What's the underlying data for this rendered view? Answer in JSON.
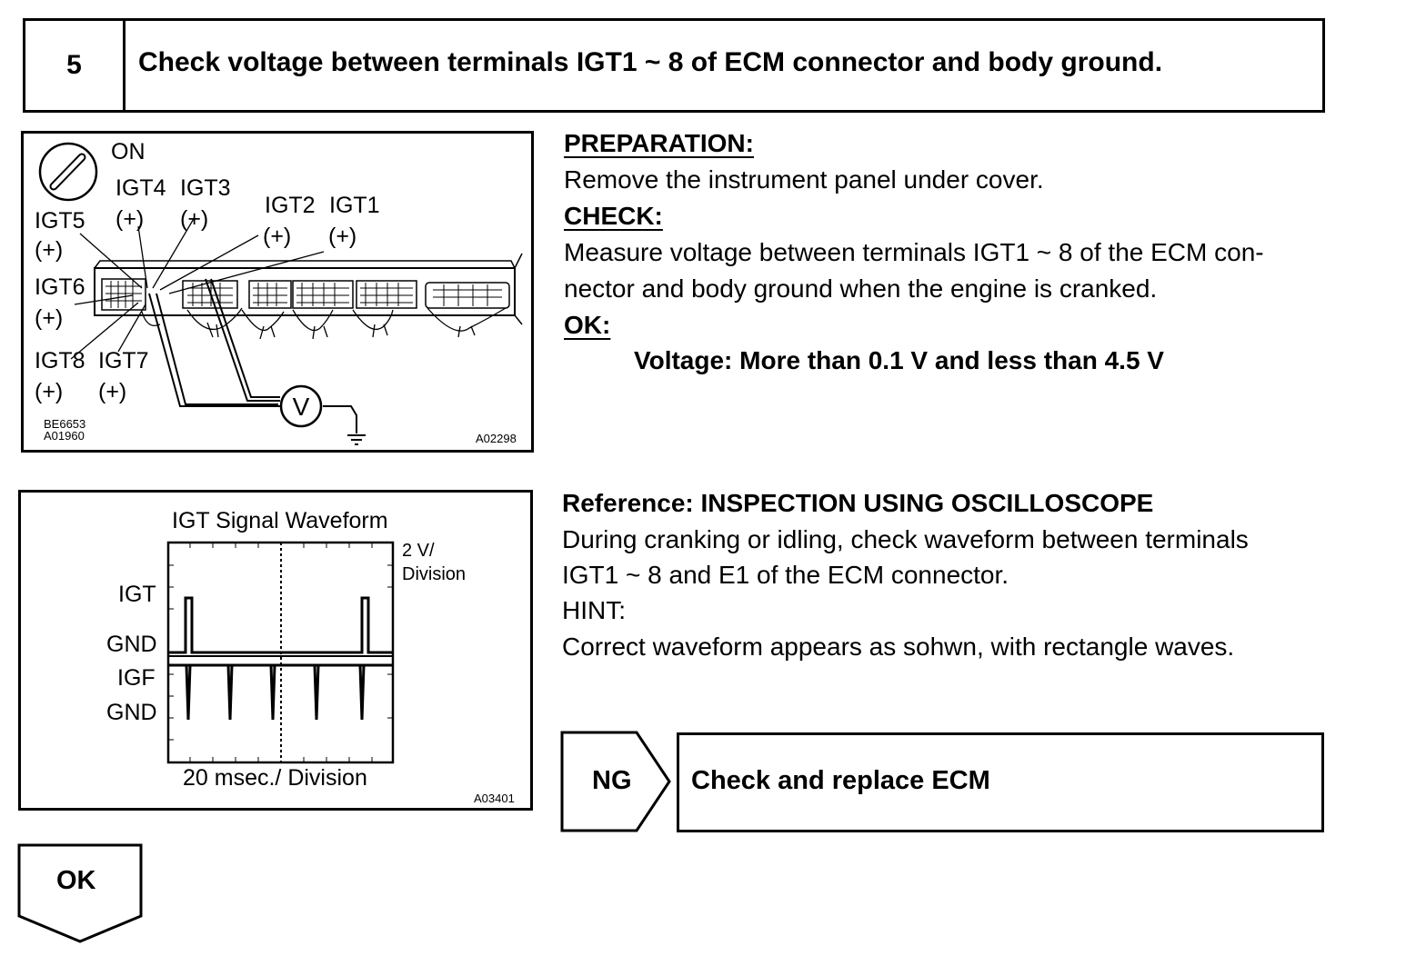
{
  "step": {
    "number": "5",
    "title": "Check voltage between terminals IGT1 ~ 8 of ECM connector and body ground."
  },
  "figure1": {
    "switch_label": "ON",
    "terminals": {
      "igt4": "IGT4",
      "igt3": "IGT3",
      "igt2": "IGT2",
      "igt1": "IGT1",
      "igt5": "IGT5",
      "igt6": "IGT6",
      "igt8": "IGT8",
      "igt7": "IGT7",
      "plus": "(+)"
    },
    "meter_symbol": "V",
    "codes": [
      "BE6653",
      "A01960"
    ],
    "figure_code": "A02298"
  },
  "figure2": {
    "title": "IGT Signal Waveform",
    "y_scale": "2 V/",
    "y_scale_unit": "Division",
    "x_scale": "20 msec./ Division",
    "channel_labels": [
      "IGT",
      "GND",
      "IGF",
      "GND"
    ],
    "figure_code": "A03401"
  },
  "preparation": {
    "heading": "PREPARATION:",
    "text": "Remove the instrument panel under cover."
  },
  "check": {
    "heading": "CHECK:",
    "line1": "Measure voltage between terminals IGT1 ~ 8 of the ECM con-",
    "line2": "nector and body ground when the engine is cranked."
  },
  "ok_spec": {
    "heading": "OK:",
    "text": "Voltage: More than 0.1 V and less than 4.5 V"
  },
  "reference": {
    "heading": "Reference: INSPECTION USING OSCILLOSCOPE",
    "line1": "During cranking or idling, check waveform between terminals",
    "line2": "IGT1 ~ 8 and E1 of the ECM connector.",
    "hint_label": "HINT:",
    "hint_text": "Correct waveform appears as sohwn, with rectangle waves."
  },
  "result_ng": {
    "label": "NG",
    "action": "Check and replace ECM"
  },
  "result_ok": {
    "label": "OK"
  }
}
